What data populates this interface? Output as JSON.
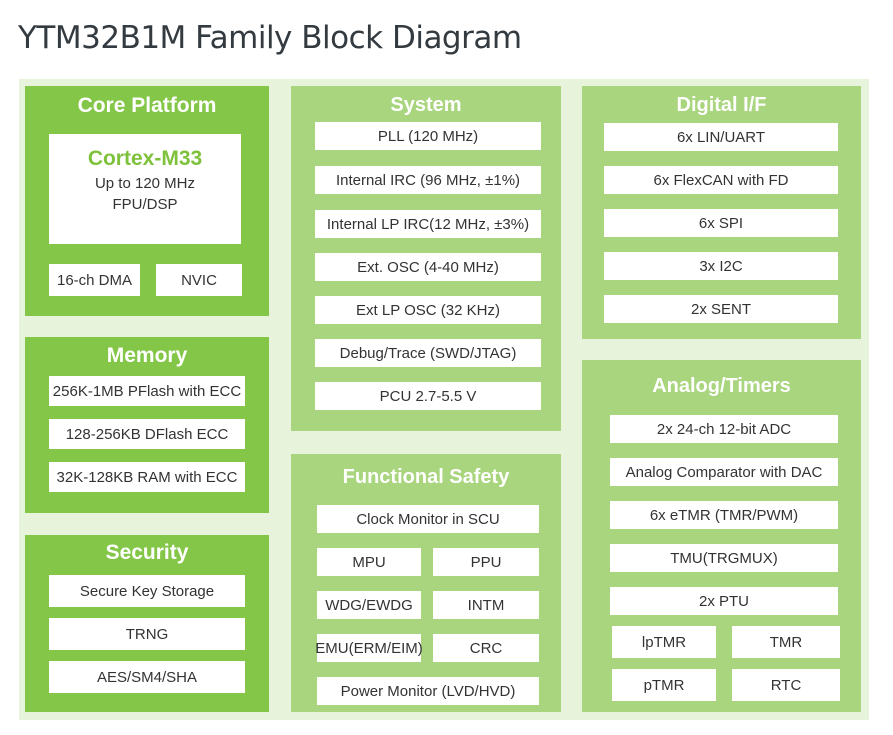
{
  "title": "YTM32B1M Family Block Diagram",
  "core_platform": {
    "title": "Core Platform",
    "cpu_name": "Cortex-M33",
    "cpu_speed": "Up to 120 MHz",
    "cpu_features": "FPU/DSP",
    "dma": "16-ch DMA",
    "nvic": "NVIC"
  },
  "memory": {
    "title": "Memory",
    "items": [
      "256K-1MB PFlash with ECC",
      "128-256KB DFlash ECC",
      "32K-128KB RAM with ECC"
    ]
  },
  "security": {
    "title": "Security",
    "items": [
      "Secure Key Storage",
      "TRNG",
      "AES/SM4/SHA"
    ]
  },
  "system": {
    "title": "System",
    "items": [
      "PLL (120 MHz)",
      "Internal IRC (96 MHz, ±1%)",
      "Internal LP IRC(12 MHz, ±3%)",
      "Ext. OSC (4-40 MHz)",
      "Ext LP OSC (32 KHz)",
      "Debug/Trace (SWD/JTAG)",
      "PCU 2.7-5.5 V"
    ]
  },
  "functional_safety": {
    "title": "Functional Safety",
    "clock_monitor": "Clock Monitor in SCU",
    "mpu": "MPU",
    "ppu": "PPU",
    "wdg": "WDG/EWDG",
    "intm": "INTM",
    "emu": "EMU(ERM/EIM)",
    "crc": "CRC",
    "power_monitor": "Power Monitor (LVD/HVD)"
  },
  "digital_if": {
    "title": "Digital I/F",
    "items": [
      "6x LIN/UART",
      "6x FlexCAN with FD",
      "6x SPI",
      "3x I2C",
      "2x SENT"
    ]
  },
  "analog_timers": {
    "title": "Analog/Timers",
    "adc": "2x 24-ch 12-bit ADC",
    "comparator": "Analog Comparator with DAC",
    "etmr": "6x eTMR (TMR/PWM)",
    "tmu": "TMU(TRGMUX)",
    "ptu": "2x PTU",
    "lptmr": "lpTMR",
    "tmr": "TMR",
    "ptmr": "pTMR",
    "rtc": "RTC"
  },
  "colors": {
    "dark_green": "#84c748",
    "light_green": "#a8d57d",
    "background_green": "#e8f3dc",
    "cortex_text": "#7ec23c"
  }
}
